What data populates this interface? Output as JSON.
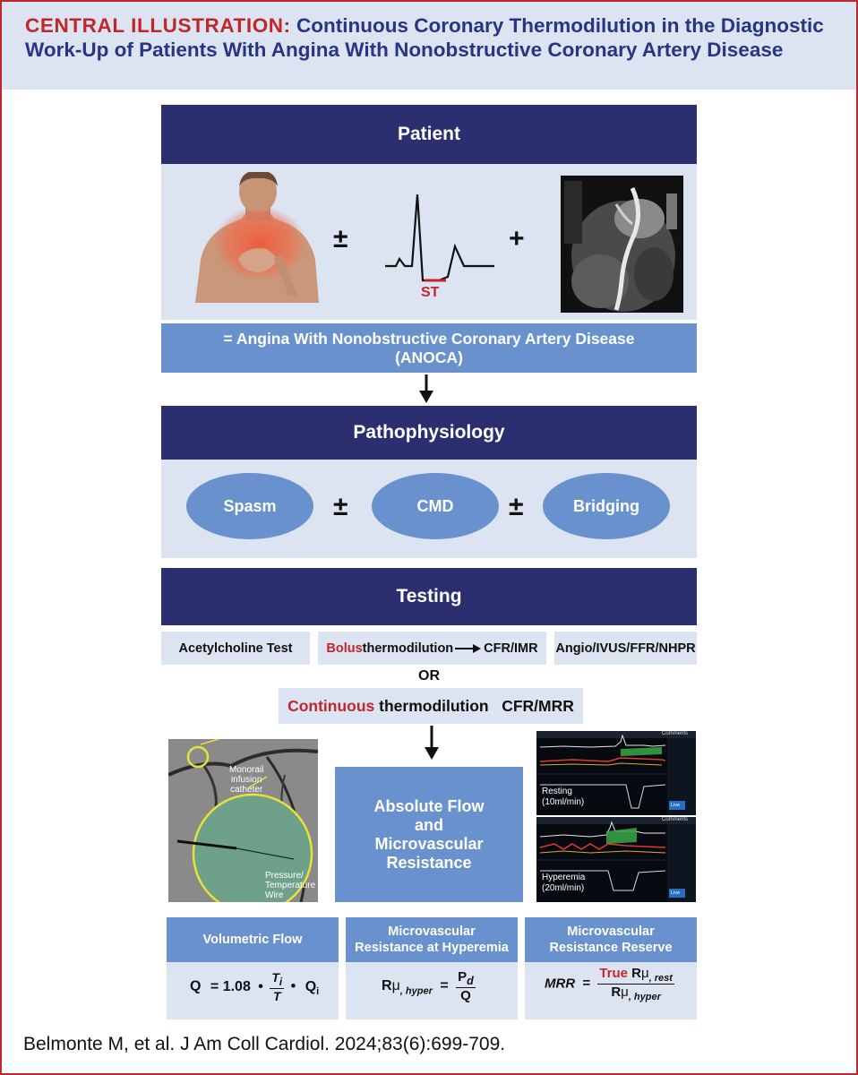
{
  "header": {
    "title_lead": "CENTRAL ILLUSTRATION:",
    "title_rest": " Continuous Coronary Thermodilution in the Diagnostic Work-Up of Patients With Angina With Nonobstructive Coronary Artery Disease"
  },
  "patient": {
    "heading": "Patient",
    "plus_minus": "±",
    "plus": "+",
    "ecg_label": "ST",
    "definition_line1": "= Angina With Nonobstructive Coronary Artery Disease",
    "definition_line2": "(ANOCA)"
  },
  "pathophysiology": {
    "heading": "Pathophysiology",
    "items": [
      "Spasm",
      "CMD",
      "Bridging"
    ],
    "separator": "±"
  },
  "testing": {
    "heading": "Testing",
    "acetylcholine": "Acetylcholine Test",
    "bolus_red": "Bolus",
    "bolus_rest": " thermodilution",
    "bolus_result": "CFR/IMR",
    "angio": "Angio/IVUS/FFR/NHPR",
    "or": "OR",
    "continuous_red": "Continuous",
    "continuous_rest": " thermodilution   CFR/MRR"
  },
  "angiogram": {
    "catheter_label_line1": "Monorail",
    "catheter_label_line2": "infusion",
    "catheter_label_line3": "catheter",
    "wire_label_line1": "Pressure/",
    "wire_label_line2": "Temperature",
    "wire_label_line3": "Wire"
  },
  "absolute": {
    "line1": "Absolute Flow",
    "line2": "and",
    "line3": "Microvascular",
    "line4": "Resistance"
  },
  "monitors": {
    "resting_line1": "Resting",
    "resting_line2": "(10ml/min)",
    "hyperemia_line1": "Hyperemia",
    "hyperemia_line2": "(20ml/min)",
    "header_text": "Comments",
    "live": "Live"
  },
  "outcomes": [
    {
      "title_line1": "Volumetric Flow",
      "title_line2": "",
      "f_lhs": "Q",
      "f_eq": "= 1.08",
      "f_num": "T",
      "f_num_sub": "i",
      "f_den": "T",
      "f_dot": "•",
      "f_q": "Q",
      "f_q_sub": "i"
    },
    {
      "title_line1": "Microvascular",
      "title_line2": "Resistance at Hyperemia",
      "f_lhs": "R",
      "f_mu": "μ",
      "f_sub": ", hyper",
      "f_eq": "=",
      "f_num": "P",
      "f_num_sub": "d",
      "f_den": "Q"
    },
    {
      "title_line1": "Microvascular",
      "title_line2": "Resistance Reserve",
      "f_lhs": "MRR",
      "f_eq": "=",
      "f_true": "True",
      "f_num": "R",
      "f_mu": "μ",
      "f_num_sub": ", rest",
      "f_den": "R",
      "f_den_sub": ", hyper"
    }
  ],
  "citation": "Belmonte M, et al. J Am Coll Cardiol. 2024;83(6):699-709.",
  "colors": {
    "navy": "#2b2f6f",
    "light_blue": "#6891ce",
    "pale_blue": "#dce3f1",
    "accent_red": "#c0272d"
  }
}
